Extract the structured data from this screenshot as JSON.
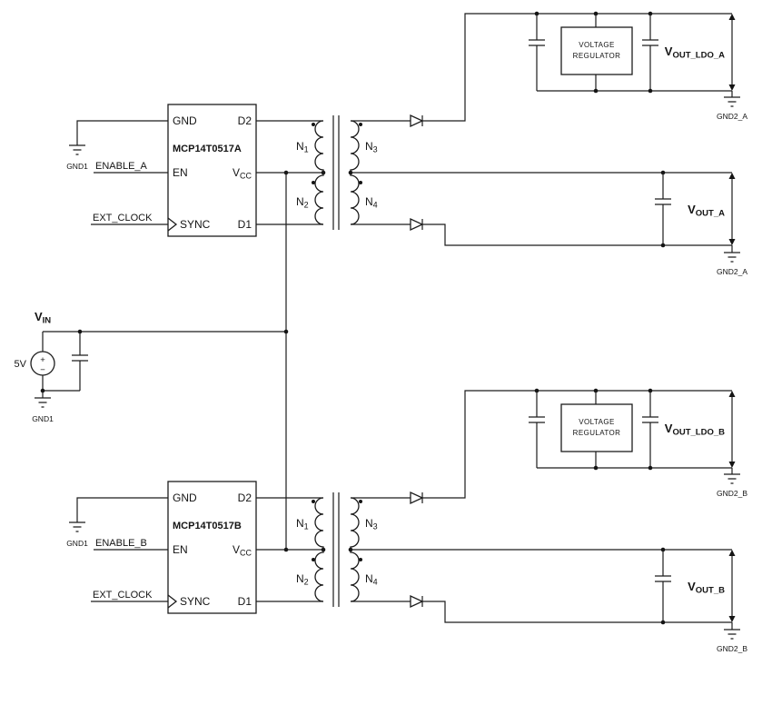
{
  "channels": {
    "a": {
      "ic_name": "MCP14T0517A",
      "pins": {
        "gnd": "GND",
        "d2": "D2",
        "en": "EN",
        "vcc_main": "V",
        "vcc_sub": "CC",
        "sync": "SYNC",
        "d1": "D1"
      },
      "enable_label": "ENABLE_A",
      "clock_label": "EXT_CLOCK",
      "gnd1_label": "GND1",
      "windings": {
        "n1": {
          "m": "N",
          "s": "1"
        },
        "n2": {
          "m": "N",
          "s": "2"
        },
        "n3": {
          "m": "N",
          "s": "3"
        },
        "n4": {
          "m": "N",
          "s": "4"
        }
      },
      "regulator": {
        "line1": "VOLTAGE",
        "line2": "REGULATOR"
      },
      "vout_ldo": {
        "m": "V",
        "s": "OUT_LDO_A"
      },
      "vout": {
        "m": "V",
        "s": "OUT_A"
      },
      "gnd2_ldo_label": "GND2_A",
      "gnd2_out_label": "GND2_A"
    },
    "b": {
      "ic_name": "MCP14T0517B",
      "pins": {
        "gnd": "GND",
        "d2": "D2",
        "en": "EN",
        "vcc_main": "V",
        "vcc_sub": "CC",
        "sync": "SYNC",
        "d1": "D1"
      },
      "enable_label": "ENABLE_B",
      "clock_label": "EXT_CLOCK",
      "gnd1_label": "GND1",
      "windings": {
        "n1": {
          "m": "N",
          "s": "1"
        },
        "n2": {
          "m": "N",
          "s": "2"
        },
        "n3": {
          "m": "N",
          "s": "3"
        },
        "n4": {
          "m": "N",
          "s": "4"
        }
      },
      "regulator": {
        "line1": "VOLTAGE",
        "line2": "REGULATOR"
      },
      "vout_ldo": {
        "m": "V",
        "s": "OUT_LDO_B"
      },
      "vout": {
        "m": "V",
        "s": "OUT_B"
      },
      "gnd2_ldo_label": "GND2_B",
      "gnd2_out_label": "GND2_B"
    }
  },
  "source": {
    "vin": {
      "m": "V",
      "s": "IN"
    },
    "voltage": "5V",
    "plus": "+",
    "minus": "−",
    "gnd_label": "GND1"
  },
  "colors": {
    "stroke": "#1c1c1c",
    "background": "#ffffff"
  }
}
